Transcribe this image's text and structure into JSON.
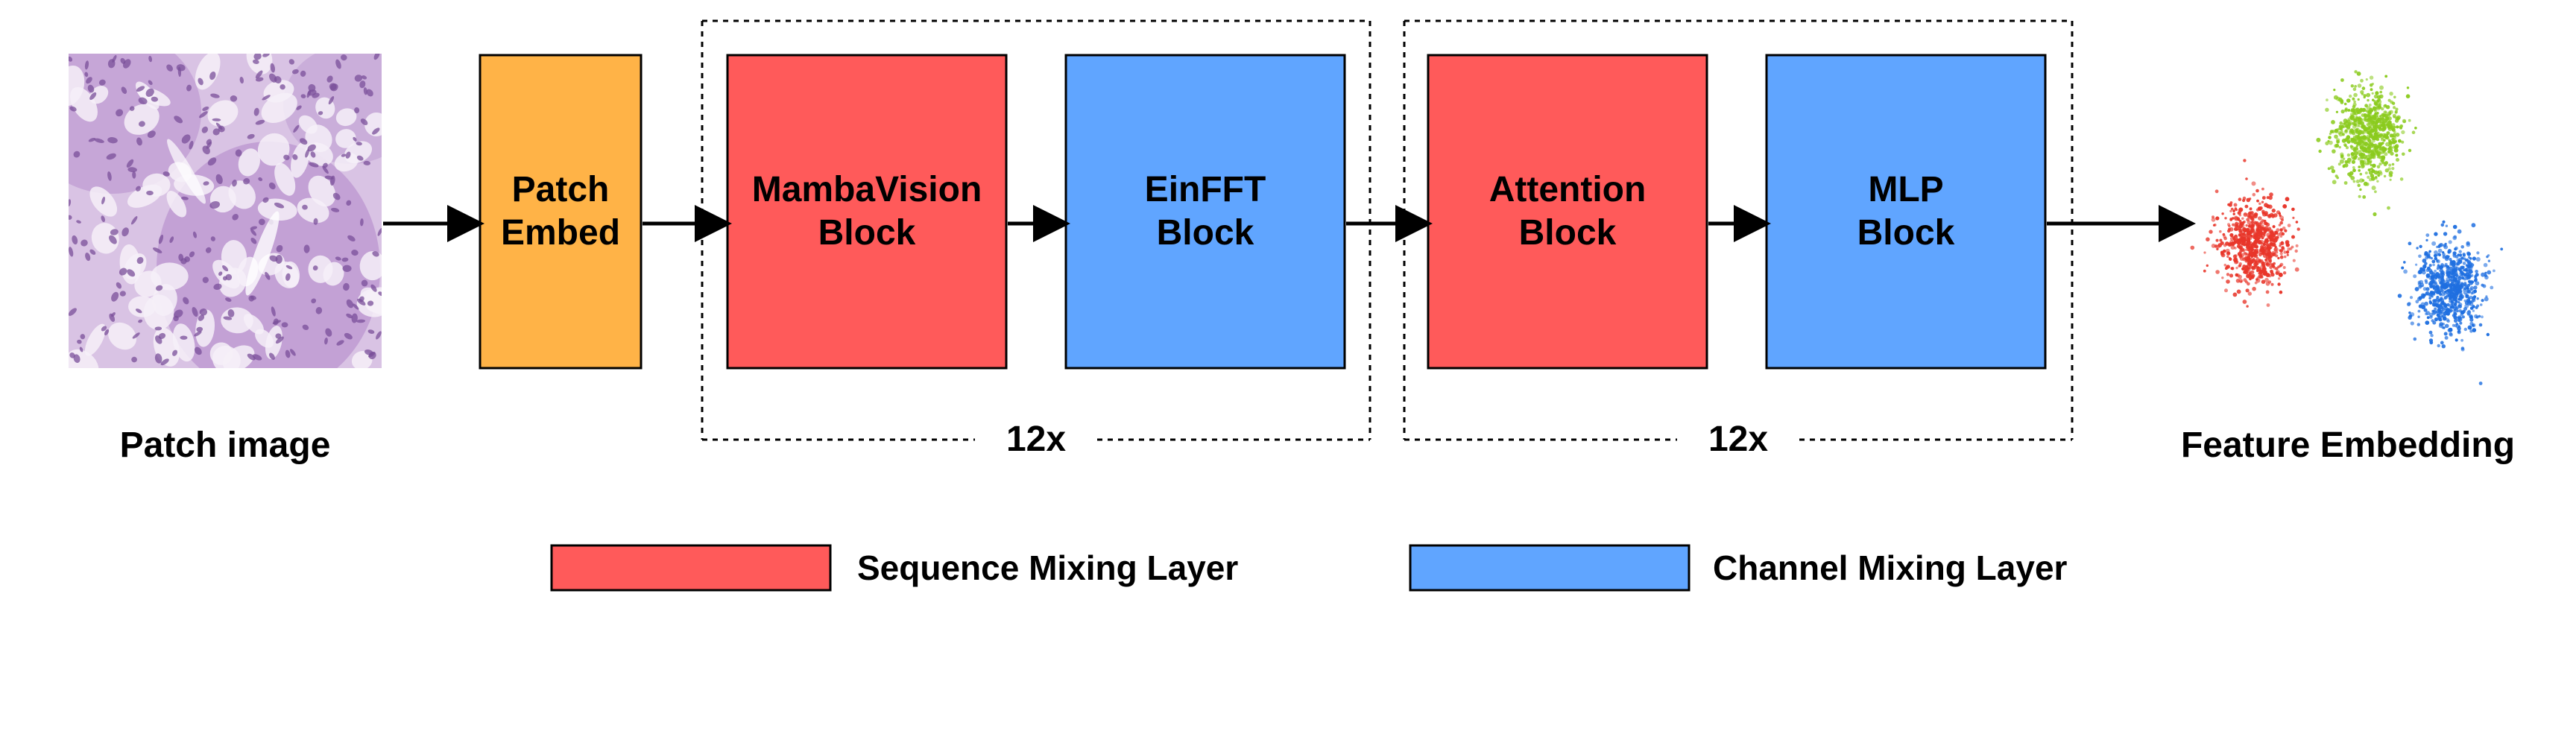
{
  "diagram": {
    "input_label": "Patch image",
    "output_label": "Feature Embedding",
    "blocks": [
      {
        "line1": "Patch",
        "line2": "Embed",
        "color": "#FFB347"
      },
      {
        "line1": "MambaVision",
        "line2": "Block",
        "color": "#FF5A5A",
        "layer": "sequence"
      },
      {
        "line1": "EinFFT",
        "line2": "Block",
        "color": "#60A5FF",
        "layer": "channel"
      },
      {
        "line1": "Attention",
        "line2": "Block",
        "color": "#FF5A5A",
        "layer": "sequence"
      },
      {
        "line1": "MLP",
        "line2": "Block",
        "color": "#60A5FF",
        "layer": "channel"
      }
    ],
    "groups": [
      {
        "repeat_label": "12x"
      },
      {
        "repeat_label": "12x"
      }
    ],
    "legend": [
      {
        "label": "Sequence Mixing Layer",
        "color": "#FF5A5A"
      },
      {
        "label": "Channel Mixing Layer",
        "color": "#60A5FF"
      }
    ],
    "clusters": [
      {
        "color": "#E8362A",
        "icon": "red-cluster"
      },
      {
        "color": "#8BCB1E",
        "icon": "green-cluster"
      },
      {
        "color": "#1F6FE0",
        "icon": "blue-cluster"
      }
    ],
    "histology_colors": {
      "base": "#D9C3E4",
      "nucleus": "#7A4F9A",
      "lumen": "#F6F0F8"
    }
  }
}
